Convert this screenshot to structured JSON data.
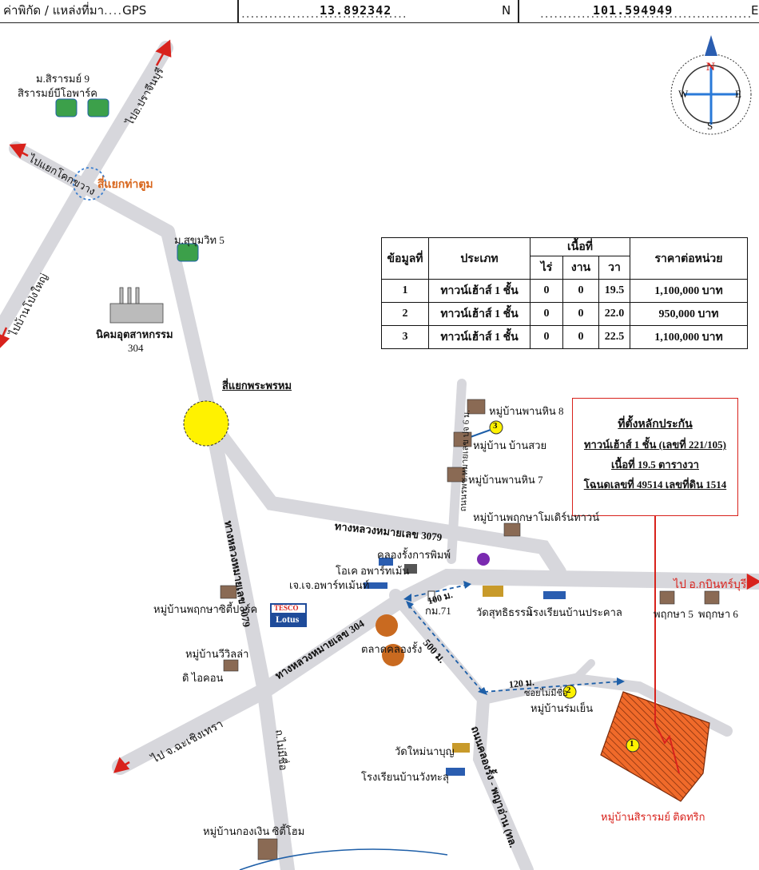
{
  "gps": {
    "label": "ค่าพิกัด / แหล่งที่มา",
    "source": "GPS",
    "latitude": "13.892342",
    "lat_suffix": "N",
    "longitude": "101.594949",
    "lon_suffix": "E"
  },
  "compass": {
    "n": "N",
    "s": "S",
    "e": "E",
    "w": "W"
  },
  "price_table": {
    "headers": {
      "no": "ข้อมูลที่",
      "type": "ประเภท",
      "area": "เนื้อที่",
      "rai": "ไร่",
      "ngan": "งาน",
      "wa": "วา",
      "price": "ราคาต่อหน่วย"
    },
    "rows": [
      {
        "no": "1",
        "type": "ทาวน์เฮ้าส์ 1 ชั้น",
        "rai": "0",
        "ngan": "0",
        "wa": "19.5",
        "price": "1,100,000 บาท"
      },
      {
        "no": "2",
        "type": "ทาวน์เฮ้าส์ 1 ชั้น",
        "rai": "0",
        "ngan": "0",
        "wa": "22.0",
        "price": "950,000 บาท"
      },
      {
        "no": "3",
        "type": "ทาวน์เฮ้าส์ 1 ชั้น",
        "rai": "0",
        "ngan": "0",
        "wa": "22.5",
        "price": "1,100,000 บาท"
      }
    ]
  },
  "info_box": {
    "line1": "ที่ตั้งหลักประกัน",
    "line2": "ทาวน์เฮ้าส์ 1 ชั้น (เลขที่ 221/105)",
    "line3": "เนื้อที่ 19.5 ตารางวา",
    "line4": "โฉนดเลขที่ 49514 เลขที่ดิน 1514"
  },
  "labels": {
    "village_sirarom9_a": "ม.สิรารมย์ 9",
    "village_sirarom9_b": "สิรารมย์บีโอพาร์ค",
    "to_prachin": "ไปอ.ปราจีนบุรี",
    "to_khok": "ไปแยกโคกขวาง",
    "to_ban_pong": "ไปบ้านโป่งใหญ่",
    "intersection_tha_tum": "สี่แยกท่าตูม",
    "village_sukhumvit5": "ม.สุขุมวิท 5",
    "industrial_estate": "นิคมอุตสาหกรรม",
    "industrial_304": "304",
    "intersection_phra_prom": "สี่แยกพระพรหม",
    "road_3079_vertical": "ทางหลวงหมายเลข 3079",
    "road_3079_horizontal": "ทางหลวงหมายเลข 3079",
    "road_304": "ทางหลวงหมายเลข 304",
    "road_km": "ถนนรพช.หมายเลข ปจ 6 ม.",
    "village_phan_hin8": "หมู่บ้านพานหิน 8",
    "village_ban_suay": "หมู่บ้าน บ้านสวย",
    "village_phan_hin7": "หมู่บ้านพานหิน 7",
    "village_pruksa_modern": "หมู่บ้านพฤกษาโมเดิร์นทาวน์",
    "khlong_rung_print": "คลองรั้งการพิมพ์",
    "ok_apartment": "โอเค อพาร์ทเม้น",
    "jj_apartment": "เจ.เจ.อพาร์ทเม้นท์",
    "village_pruksa_city": "หมู่บ้านพฤกษาซิตี้ปาร์ค",
    "tesco_top": "TESCO",
    "tesco_bottom": "Lotus",
    "village_vivilla": "หมู่บ้านวีวิลล่า",
    "di_icon": "ดิ ไอคอน",
    "market": "ตลาดคลองรั้ง",
    "km71": "กม.71",
    "wat_suthi": "วัดสุทธิธรรม",
    "school_prakan": "โรงเรียนบ้านประคาล",
    "to_kabin": "ไป อ.กบินทร์บุรี",
    "pruksa5": "พฤกษา 5",
    "pruksa6": "พฤกษา 6",
    "dist_100": "100 ม.",
    "dist_500": "500 ม.",
    "dist_120": "120 ม.",
    "soi": "ซอยไม่มีชื่อ",
    "village_rom_yen": "หมู่บ้านร่มเย็น",
    "to_chachoengsao": "ไป จ.ฉะเชิงเทรา",
    "road_no_name": "ถ.ไม่มีชื่อ",
    "wat_mai": "วัดใหม่นาบุญ",
    "school_wangthak": "โรงเรียนบ้านวังทะลุ",
    "road_khlong_rung": "ถนนคลองรั้ง - พญาอ่าน (ทล.",
    "village_sirarom_tidtrip": "หมู่บ้านสิรารมย์ ติดทริก",
    "village_kong_ngern": "หมู่บ้านกองเงิน ซิตี้โฮม",
    "marker1": "1",
    "marker2": "2",
    "marker3": "3"
  },
  "colors": {
    "road": "#d7d7dc",
    "arrow_red": "#d8221c",
    "label_orange": "#d8661c",
    "subject_fill": "#f06a2a",
    "route_blue": "#1e5fa8"
  }
}
